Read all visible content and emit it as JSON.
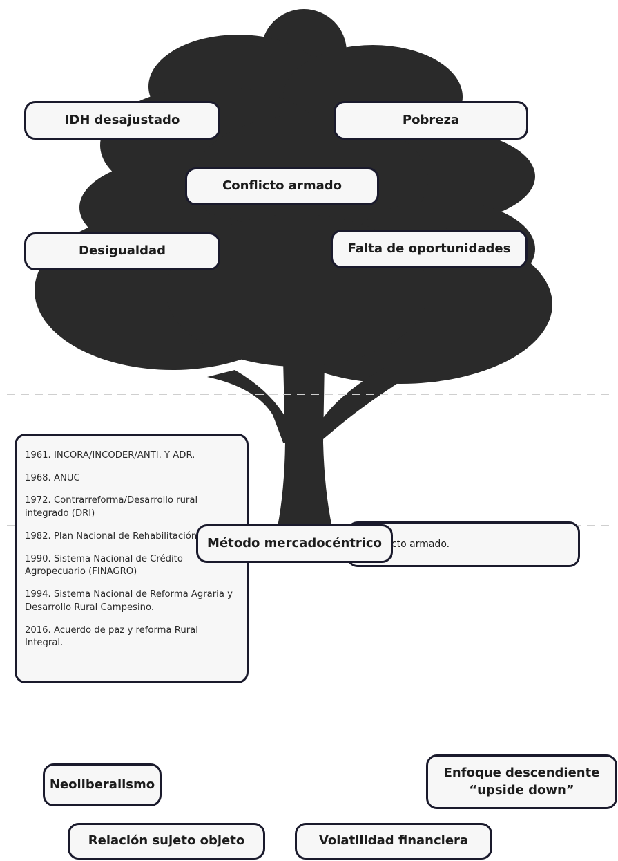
{
  "crown": {
    "effects": [
      {
        "id": "idh",
        "label": "IDH desajustado"
      },
      {
        "id": "pobreza",
        "label": "Pobreza"
      },
      {
        "id": "conflicto",
        "label": "Conflicto armado"
      },
      {
        "id": "desigualdad",
        "label": "Desigualdad"
      },
      {
        "id": "oportunidades",
        "label": "Falta de oportunidades"
      }
    ]
  },
  "trunk": {
    "timeline": [
      "1961. INCORA/INCODER/ANTI. Y ADR.",
      "1968. ANUC",
      "1972. Contrarreforma/Desarrollo rural integrado (DRI)",
      "1982. Plan Nacional de Rehabilitación (PNR)",
      "1990. Sistema Nacional de Crédito Agropecuario (FINAGRO)",
      "1994. Sistema Nacional de Reforma Agraria y Desarrollo Rural Campesino.",
      "2016. Acuerdo de paz y reforma Rural Integral."
    ],
    "problem": "Conflicto armado."
  },
  "roots": {
    "causes": [
      {
        "id": "metodo",
        "label": "Método mercadocéntrico"
      },
      {
        "id": "neoliberalismo",
        "label": "Neoliberalismo"
      },
      {
        "id": "enfoque",
        "label": "Enfoque descendiente\n“upside down”"
      },
      {
        "id": "relacion",
        "label": "Relación sujeto objeto"
      },
      {
        "id": "volatilidad",
        "label": "Volatilidad financiera"
      }
    ]
  },
  "colors": {
    "tree": "#2a2a2a",
    "box_fill": "#f7f7f7",
    "box_border": "#1a1a2c",
    "divider": "#cfcfcf"
  }
}
